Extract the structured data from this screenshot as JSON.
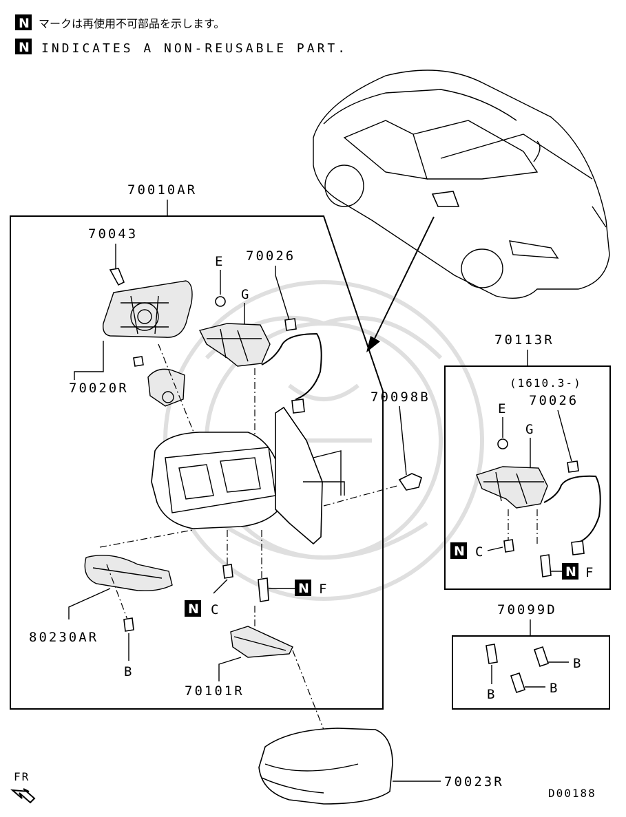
{
  "legend": {
    "badge": "N",
    "jp_text": "マークは再使用不可部品を示します。",
    "en_text": "INDICATES A NON-REUSABLE PART."
  },
  "parts": {
    "assembly": "70010AR",
    "glass_clip": "70043",
    "mirror_glass": "70020R",
    "harness": "70026",
    "grommet": "70098B",
    "alt_assembly": "70113R",
    "alt_date": "(1610.3-)",
    "alt_harness": "70026",
    "screw_kit": "70099D",
    "turn_lamp": "80230AR",
    "cover_bracket": "70101R",
    "mirror_cover": "70023R"
  },
  "callouts": {
    "E": "E",
    "G": "G",
    "C": "C",
    "F": "F",
    "B": "B",
    "N": "N"
  },
  "front_marker": "FR",
  "diagram_code": "D00188",
  "colors": {
    "ink": "#000000",
    "paper": "#ffffff",
    "watermark": "#dcdcdc"
  }
}
